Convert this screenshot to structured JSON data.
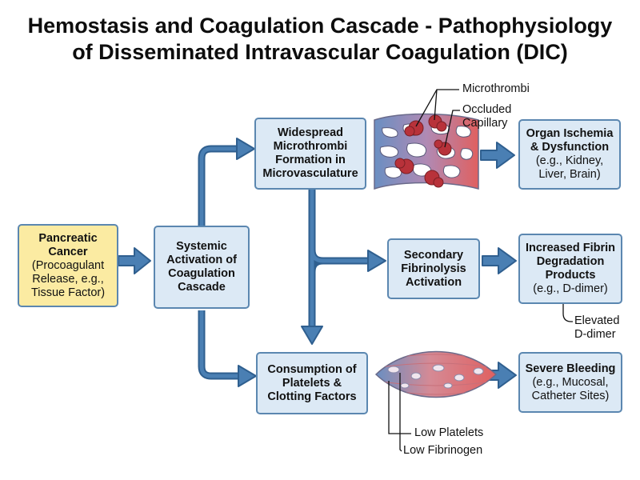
{
  "title": {
    "line1": "Hemostasis and Coagulation Cascade - Pathophysiology",
    "line2": "of Disseminated Intravascular Coagulation (DIC)"
  },
  "nodes": {
    "cancer": {
      "bold": [
        "Pancreatic",
        "Cancer"
      ],
      "normal": [
        "(Procoagulant",
        "Release, e.g.,",
        "Tissue Factor)"
      ]
    },
    "activation": {
      "bold": [
        "Systemic",
        "Activation of",
        "Coagulation",
        "Cascade"
      ],
      "normal": []
    },
    "microthrombi": {
      "bold": [
        "Widespread",
        "Microthrombi",
        "Formation in",
        "Microvasculature"
      ],
      "normal": []
    },
    "fibrinolysis": {
      "bold": [
        "Secondary",
        "Fibrinolysis",
        "Activation"
      ],
      "normal": []
    },
    "consumption": {
      "bold": [
        "Consumption of",
        "Platelets &",
        "Clotting Factors"
      ],
      "normal": []
    },
    "ischemia": {
      "bold": [
        "Organ Ischemia",
        "& Dysfunction"
      ],
      "normal": [
        "(e.g., Kidney,",
        "Liver, Brain)"
      ]
    },
    "fdp": {
      "bold": [
        "Increased Fibrin",
        "Degradation",
        "Products"
      ],
      "normal": [
        "(e.g., D-dimer)"
      ]
    },
    "bleeding": {
      "bold": [
        "Severe Bleeding"
      ],
      "normal": [
        "(e.g., Mucosal,",
        "Catheter Sites)"
      ]
    }
  },
  "annotations": {
    "microthrombi": "Microthrombi",
    "occluded_1": "Occluded",
    "occluded_2": "Capillary",
    "elevated_1": "Elevated",
    "elevated_2": "D-dimer",
    "low_platelets": "Low Platelets",
    "low_fibrinogen": "Low Fibrinogen"
  },
  "colors": {
    "box_fill": "#dce9f5",
    "box_border": "#5b87b0",
    "highlight_fill": "#fbeba2",
    "arrow": "#3f72a3",
    "vessel_red": "#e06060",
    "vessel_blue": "#6a8fc2",
    "clot": "#b8323a"
  }
}
